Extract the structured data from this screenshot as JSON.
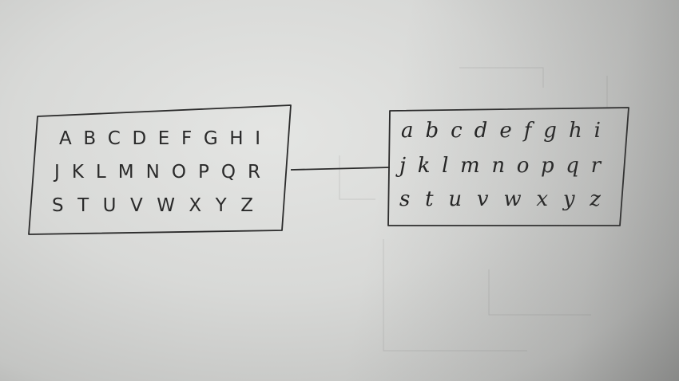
{
  "uppercase_box": {
    "rows": [
      "A B C D E F G H I",
      "J K L M N O P Q R",
      "S T U V W X Y Z"
    ]
  },
  "lowercase_box": {
    "rows": [
      "a b c d e f g h i",
      "j k l m n o p q r",
      "s t u v w x y z"
    ]
  },
  "colors": {
    "ink": "#2a2a2a",
    "paper": "#dcdddb"
  }
}
